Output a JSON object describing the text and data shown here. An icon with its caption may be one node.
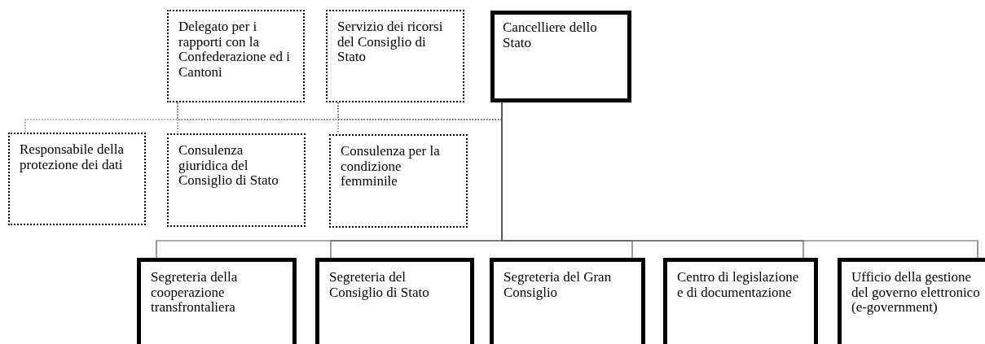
{
  "diagram": {
    "nodes": [
      {
        "text": [
          "Delegato per i rapporti con la Confederazione ed i Cantoni"
        ]
      },
      {
        "text": [
          "Servizio dei ricorsi del Consiglio di Stato"
        ]
      },
      {
        "text": [
          "Cancelliere dello Stato"
        ]
      },
      {
        "text": [
          "Responsabile della protezione dei dati"
        ]
      },
      {
        "text": [
          "Consulenza giuridica del Consiglio di Stato"
        ]
      },
      {
        "text": [
          "Consulenza per la condizione femminile"
        ]
      },
      {
        "text": [
          "Segreteria della cooperazione transfrontaliera"
        ]
      },
      {
        "text": [
          "Segreteria del Consiglio di Stato"
        ]
      },
      {
        "text": [
          "Segreteria del Gran Consiglio"
        ]
      },
      {
        "text": [
          "Centro di legislazione e di documentazione"
        ]
      },
      {
        "text": [
          "Ufficio della gestione del governo elettronico (e-government)"
        ]
      }
    ],
    "edges": [
      {
        "from": 2,
        "to": 0,
        "arrow": "none",
        "style": "dashed"
      },
      {
        "from": 2,
        "to": 1,
        "arrow": "none",
        "style": "dashed"
      },
      {
        "from": 2,
        "to": 3,
        "arrow": "none",
        "style": "dashed"
      },
      {
        "from": 0,
        "to": 4,
        "arrow": "none",
        "style": "dashed"
      },
      {
        "from": 1,
        "to": 5,
        "arrow": "none",
        "style": "dashed"
      },
      {
        "from": 2,
        "to": 6,
        "arrow": "none"
      },
      {
        "from": 2,
        "to": 7,
        "arrow": "none"
      },
      {
        "from": 2,
        "to": 8,
        "arrow": "none"
      },
      {
        "from": 2,
        "to": 9,
        "arrow": "none"
      },
      {
        "from": 2,
        "to": 10,
        "arrow": "none"
      }
    ]
  }
}
